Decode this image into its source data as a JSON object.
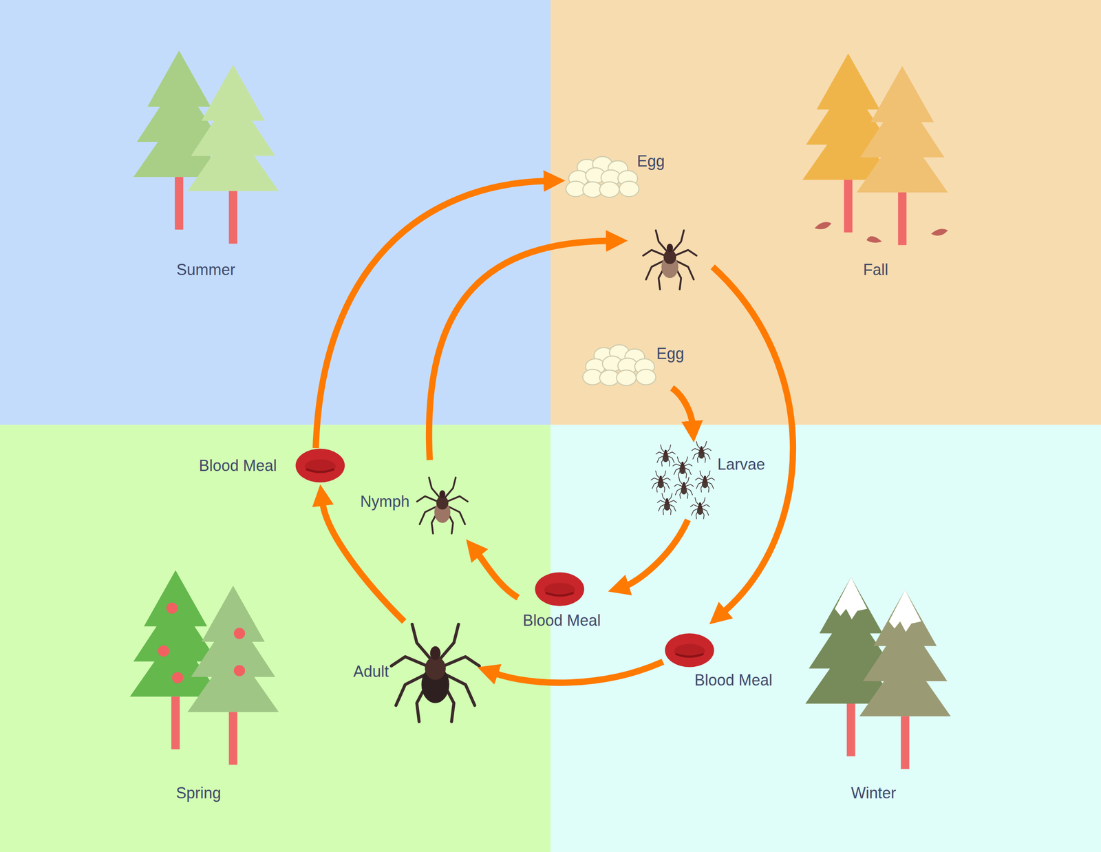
{
  "diagram": {
    "nodes": [
      {
        "text": [
          "Summer"
        ]
      },
      {
        "text": [
          "Fall"
        ]
      },
      {
        "text": [
          "Egg"
        ],
        "in": 1
      },
      {
        "text": [
          "Egg"
        ],
        "in": 1
      },
      {
        "text": [
          "Spring"
        ]
      },
      {
        "text": [
          "Blood Meal"
        ],
        "in": 4
      },
      {
        "text": [
          "Nymph"
        ],
        "in": 4
      },
      {
        "text": [
          "Adult"
        ],
        "in": 4
      },
      {
        "text": [
          "Winter"
        ]
      },
      {
        "text": [
          "Larvae"
        ],
        "in": 8
      },
      {
        "text": [
          "Blood Meal"
        ],
        "in": 8
      },
      {
        "text": [
          "Blood Meal"
        ],
        "in": 8
      }
    ],
    "edges": [
      {
        "from": 3,
        "to": 9,
        "arrow": "to"
      },
      {
        "from": 9,
        "to": 10,
        "arrow": "to"
      },
      {
        "from": 10,
        "to": 6,
        "arrow": "to"
      },
      {
        "from": 11,
        "to": 7,
        "arrow": "to"
      },
      {
        "from": 7,
        "to": 5,
        "arrow": "to"
      },
      {
        "from": 5,
        "to": 2,
        "arrow": "to"
      }
    ]
  }
}
